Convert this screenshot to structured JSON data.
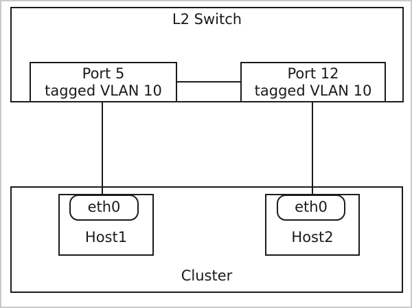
{
  "diagram_type": "network-topology",
  "colors": {
    "background": "#ffffff",
    "frame_border": "#c9c9c9",
    "line": "#1a1a1a"
  },
  "switch": {
    "label": "L2 Switch",
    "ports": [
      {
        "name": "Port 5",
        "vlan": "tagged VLAN 10"
      },
      {
        "name": "Port 12",
        "vlan": "tagged VLAN 10"
      }
    ]
  },
  "cluster": {
    "label": "Cluster",
    "hosts": [
      {
        "name": "Host1",
        "interface": "eth0"
      },
      {
        "name": "Host2",
        "interface": "eth0"
      }
    ]
  },
  "connections": [
    {
      "from": "Port 5",
      "to": "Port 12"
    },
    {
      "from": "Port 5",
      "to": "Host1 eth0"
    },
    {
      "from": "Port 12",
      "to": "Host2 eth0"
    }
  ]
}
